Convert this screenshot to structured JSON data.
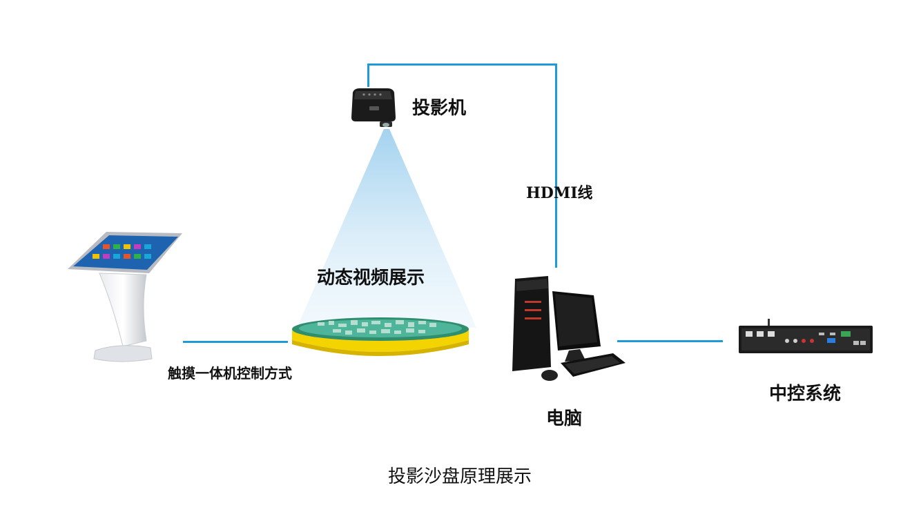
{
  "diagram": {
    "title": "投影沙盘原理展示",
    "nodes": {
      "projector": {
        "label": "投影机",
        "icon": "projector-icon"
      },
      "sandtable": {
        "label": "动态视频展示",
        "icon": "sand-table-icon"
      },
      "touch_kiosk": {
        "label": "触摸一体机控制方式",
        "icon": "touch-kiosk-icon"
      },
      "computer": {
        "label": "电脑",
        "icon": "desktop-computer-icon"
      },
      "central_control": {
        "label": "中控系统",
        "icon": "central-control-unit-icon"
      }
    },
    "edges": {
      "projector_computer": {
        "label": "HDMI线"
      }
    },
    "colors": {
      "wire": "#1e9bd7",
      "beam": "#d6ebf8",
      "table_rim": "#f3d400"
    }
  }
}
